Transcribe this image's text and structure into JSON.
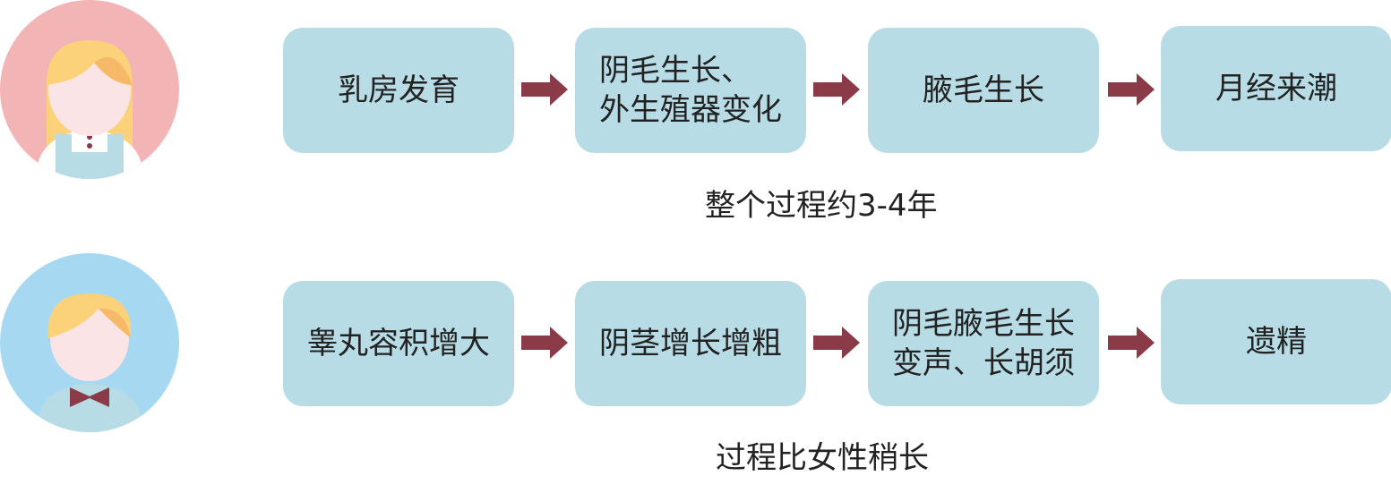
{
  "female": {
    "steps": [
      {
        "label": "乳房发育"
      },
      {
        "label": "阴毛生长、\n外生殖器变化"
      },
      {
        "label": "腋毛生长"
      },
      {
        "label": "月经来潮"
      }
    ],
    "caption": "整个过程约3-4年",
    "avatar_bg": "#f3b4b6"
  },
  "male": {
    "steps": [
      {
        "label": "睾丸容积增大"
      },
      {
        "label": "阴茎增长增粗"
      },
      {
        "label": "阴毛腋毛生长\n变声、长胡须"
      },
      {
        "label": "遗精"
      }
    ],
    "caption": "过程比女性稍长",
    "avatar_bg": "#a6d8f2"
  },
  "colors": {
    "box": "#b8dce6",
    "arrow": "#8a3b47"
  }
}
